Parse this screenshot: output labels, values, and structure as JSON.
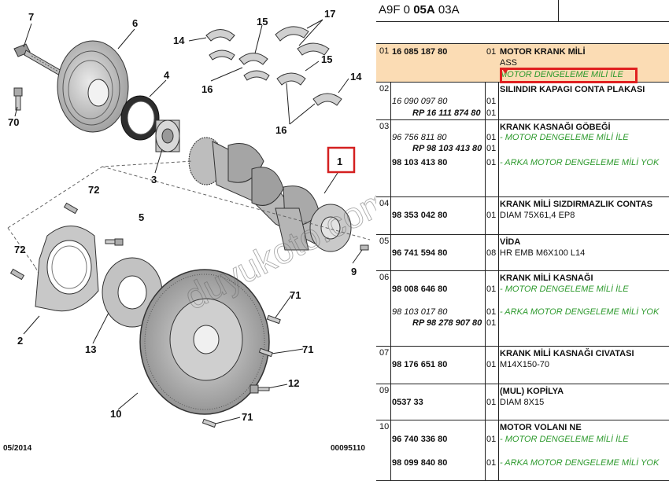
{
  "header": {
    "code_prefix": "A9F 0 ",
    "code_bold": "05A",
    "code_suffix": " 03A"
  },
  "diagram": {
    "callouts": [
      "7",
      "6",
      "4",
      "15",
      "17",
      "14",
      "15",
      "14",
      "16",
      "16",
      "70",
      "3",
      "1",
      "72",
      "5",
      "72",
      "9",
      "2",
      "13",
      "71",
      "71",
      "12",
      "10",
      "71"
    ],
    "footer_left": "05/2014",
    "footer_right": "00095110",
    "watermark": "duyukoto.com"
  },
  "rows": [
    {
      "idx": "01",
      "highlight": true,
      "lines": [
        {
          "pn": "16 085 187 80",
          "pn_style": "bold",
          "qty": "01",
          "desc": "MOTOR KRANK MİLİ",
          "desc_style": "bold"
        },
        {
          "pn": "",
          "pn_style": "",
          "qty": "",
          "desc": "ASS",
          "desc_style": "plain"
        },
        {
          "pn": "",
          "pn_style": "",
          "qty": "",
          "desc": "MOTOR DENGELEME MİLİ İLE",
          "desc_style": "green"
        }
      ]
    },
    {
      "idx": "02",
      "lines": [
        {
          "pn": "",
          "pn_style": "",
          "qty": "",
          "desc": "SILINDIR KAPAGI CONTA PLAKASI",
          "desc_style": "bold"
        },
        {
          "pn": "16 090 097 80",
          "pn_style": "italic",
          "qty": "01",
          "desc": "",
          "desc_style": ""
        },
        {
          "pn": "RP 16 111 874 80",
          "pn_style": "rp",
          "qty": "01",
          "desc": "",
          "desc_style": ""
        }
      ]
    },
    {
      "idx": "03",
      "lines": [
        {
          "pn": "",
          "pn_style": "",
          "qty": "",
          "desc": "KRANK KASNAĞI GÖBEĞİ",
          "desc_style": "bold"
        },
        {
          "pn": "96 756 811 80",
          "pn_style": "italic",
          "qty": "01",
          "desc": "- MOTOR DENGELEME MİLİ İLE",
          "desc_style": "green"
        },
        {
          "pn": "RP 98 103 413 80",
          "pn_style": "rp",
          "qty": "01",
          "desc": "",
          "desc_style": ""
        },
        {
          "pn": "98 103 413 80",
          "pn_style": "bold",
          "qty": "01",
          "desc": "- ARKA MOTOR DENGELEME MİLİ YOK",
          "desc_style": "green"
        }
      ]
    },
    {
      "idx": "04",
      "lines": [
        {
          "pn": "",
          "pn_style": "",
          "qty": "",
          "desc": "KRANK MİLİ SIZDIRMAZLIK CONTAS",
          "desc_style": "bold"
        },
        {
          "pn": "98 353 042 80",
          "pn_style": "bold",
          "qty": "01",
          "desc": "DIAM 75X61,4 EP8",
          "desc_style": "plain"
        }
      ]
    },
    {
      "idx": "05",
      "lines": [
        {
          "pn": "",
          "pn_style": "",
          "qty": "",
          "desc": "VİDA",
          "desc_style": "bold"
        },
        {
          "pn": "96 741 594 80",
          "pn_style": "bold",
          "qty": "08",
          "desc": "HR EMB M6X100 L14",
          "desc_style": "plain"
        }
      ]
    },
    {
      "idx": "06",
      "lines": [
        {
          "pn": "",
          "pn_style": "",
          "qty": "",
          "desc": "KRANK MİLİ KASNAĞI",
          "desc_style": "bold"
        },
        {
          "pn": "98 008 646 80",
          "pn_style": "bold",
          "qty": "01",
          "desc": "- MOTOR DENGELEME MİLİ İLE",
          "desc_style": "green"
        },
        {
          "pn": "98 103 017 80",
          "pn_style": "italic",
          "qty": "01",
          "desc": "- ARKA MOTOR DENGELEME MİLİ YOK",
          "desc_style": "green"
        },
        {
          "pn": "RP 98 278 907 80",
          "pn_style": "rp",
          "qty": "01",
          "desc": "",
          "desc_style": ""
        }
      ]
    },
    {
      "idx": "07",
      "lines": [
        {
          "pn": "",
          "pn_style": "",
          "qty": "",
          "desc": "KRANK MİLİ KASNAĞI CIVATASI",
          "desc_style": "bold"
        },
        {
          "pn": "98 176 651 80",
          "pn_style": "bold",
          "qty": "01",
          "desc": "M14X150-70",
          "desc_style": "plain"
        }
      ]
    },
    {
      "idx": "09",
      "lines": [
        {
          "pn": "",
          "pn_style": "",
          "qty": "",
          "desc": "(MUL) KOPİLYA",
          "desc_style": "bold"
        },
        {
          "pn": "0537 33",
          "pn_style": "bold",
          "qty": "01",
          "desc": "DIAM 8X15",
          "desc_style": "plain"
        }
      ]
    },
    {
      "idx": "10",
      "lines": [
        {
          "pn": "",
          "pn_style": "",
          "qty": "",
          "desc": "MOTOR VOLANI NE",
          "desc_style": "bold"
        },
        {
          "pn": "96 740 336 80",
          "pn_style": "bold",
          "qty": "01",
          "desc": "- MOTOR DENGELEME MİLİ İLE",
          "desc_style": "green"
        },
        {
          "pn": "98 099 840 80",
          "pn_style": "bold",
          "qty": "01",
          "desc": "- ARKA MOTOR DENGELEME MİLİ YOK",
          "desc_style": "green"
        }
      ]
    }
  ]
}
